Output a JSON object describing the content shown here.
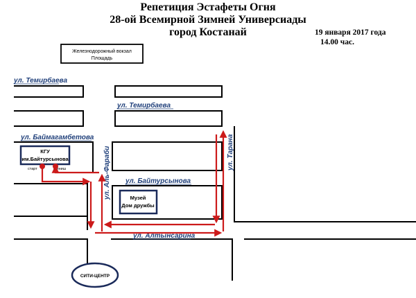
{
  "title": {
    "line1": "Репетиция Эстафеты Огня",
    "line2": "28-ой Всемирной Зимней Универсиады",
    "line3": "город Костанай"
  },
  "date": {
    "line1": "19 января 2017 года",
    "line2": "14.00 час."
  },
  "streets": {
    "temirbaeva_left": "ул. Темирбаева",
    "temirbaeva_mid": "ул. Темирбаева",
    "baimagambetova": "ул. Баймагамбетова",
    "al_farabi": "ул. Аль-Фараби",
    "baitursynova": "ул. Байтурсынова",
    "tarana": "ул. Тарана",
    "altynsarina": "ул. Алтынсарина"
  },
  "buildings": {
    "station_line1": "Железнодорожный вокзал",
    "station_line2": "Площадь",
    "kgu_line1": "КГУ",
    "kgu_line2": "им.Байтурсынова",
    "start": "старт",
    "finish": "финиш",
    "museum_line1": "Музей",
    "museum_line2": "Дом дружбы",
    "city_center": "СИТИ-ЦЕНТР"
  },
  "colors": {
    "route": "#cc1a1a",
    "street_label": "#1f3f7a",
    "building_border": "#1a2a5a"
  }
}
